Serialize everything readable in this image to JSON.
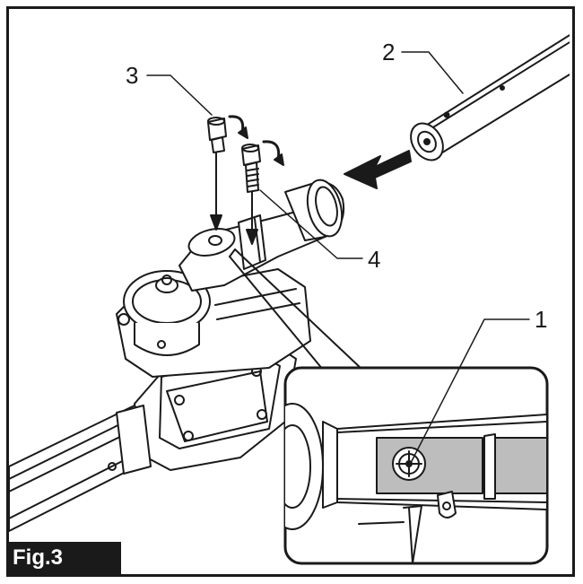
{
  "figure": {
    "label": "Fig.3"
  },
  "callouts": [
    {
      "id": "1",
      "text": "1"
    },
    {
      "id": "2",
      "text": "2"
    },
    {
      "id": "3",
      "text": "3"
    },
    {
      "id": "4",
      "text": "4"
    }
  ],
  "colors": {
    "line": "#1a1a1a",
    "shade": "#bdbdbd",
    "label_bg": "#1a1a1a",
    "label_fg": "#ffffff"
  }
}
